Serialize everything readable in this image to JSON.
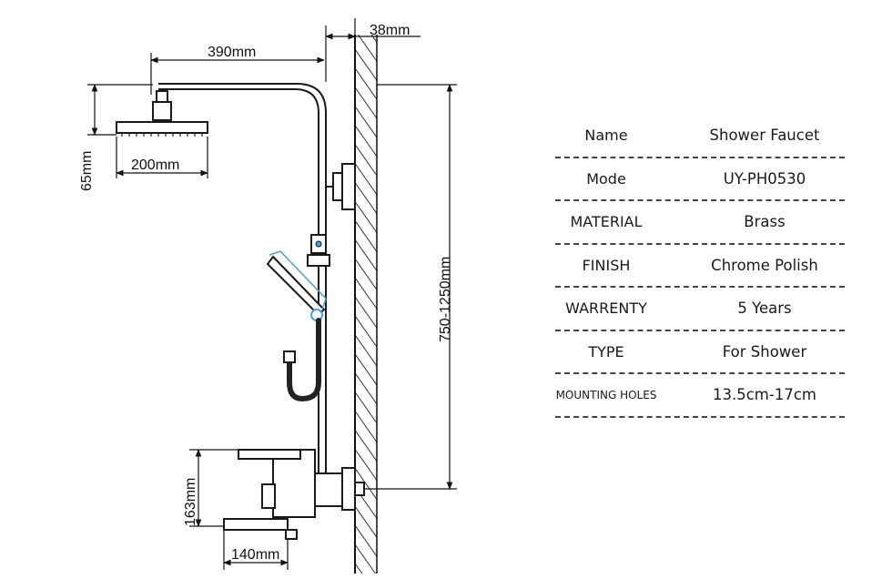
{
  "dimensions": {
    "wall_offset": "38mm",
    "arm_length": "390mm",
    "head_height": "65mm",
    "head_width": "200mm",
    "bar_height": "750-1250mm",
    "mixer_height": "163mm",
    "spout_length": "140mm"
  },
  "specs": [
    {
      "name": "Name",
      "value": "Shower Faucet"
    },
    {
      "name": "Mode",
      "value": "UY-PH0530"
    },
    {
      "name": "MATERIAL",
      "value": "Brass"
    },
    {
      "name": "FINISH",
      "value": "Chrome Polish"
    },
    {
      "name": "WARRENTY",
      "value": "5 Years"
    },
    {
      "name": "TYPE",
      "value": "For Shower"
    },
    {
      "name": "MOUNTING HOLES",
      "value": "13.5cm-17cm"
    }
  ],
  "colors": {
    "line": "#1a1a1a",
    "accent_blue": "#4a9fd8",
    "hose": "#222222"
  }
}
